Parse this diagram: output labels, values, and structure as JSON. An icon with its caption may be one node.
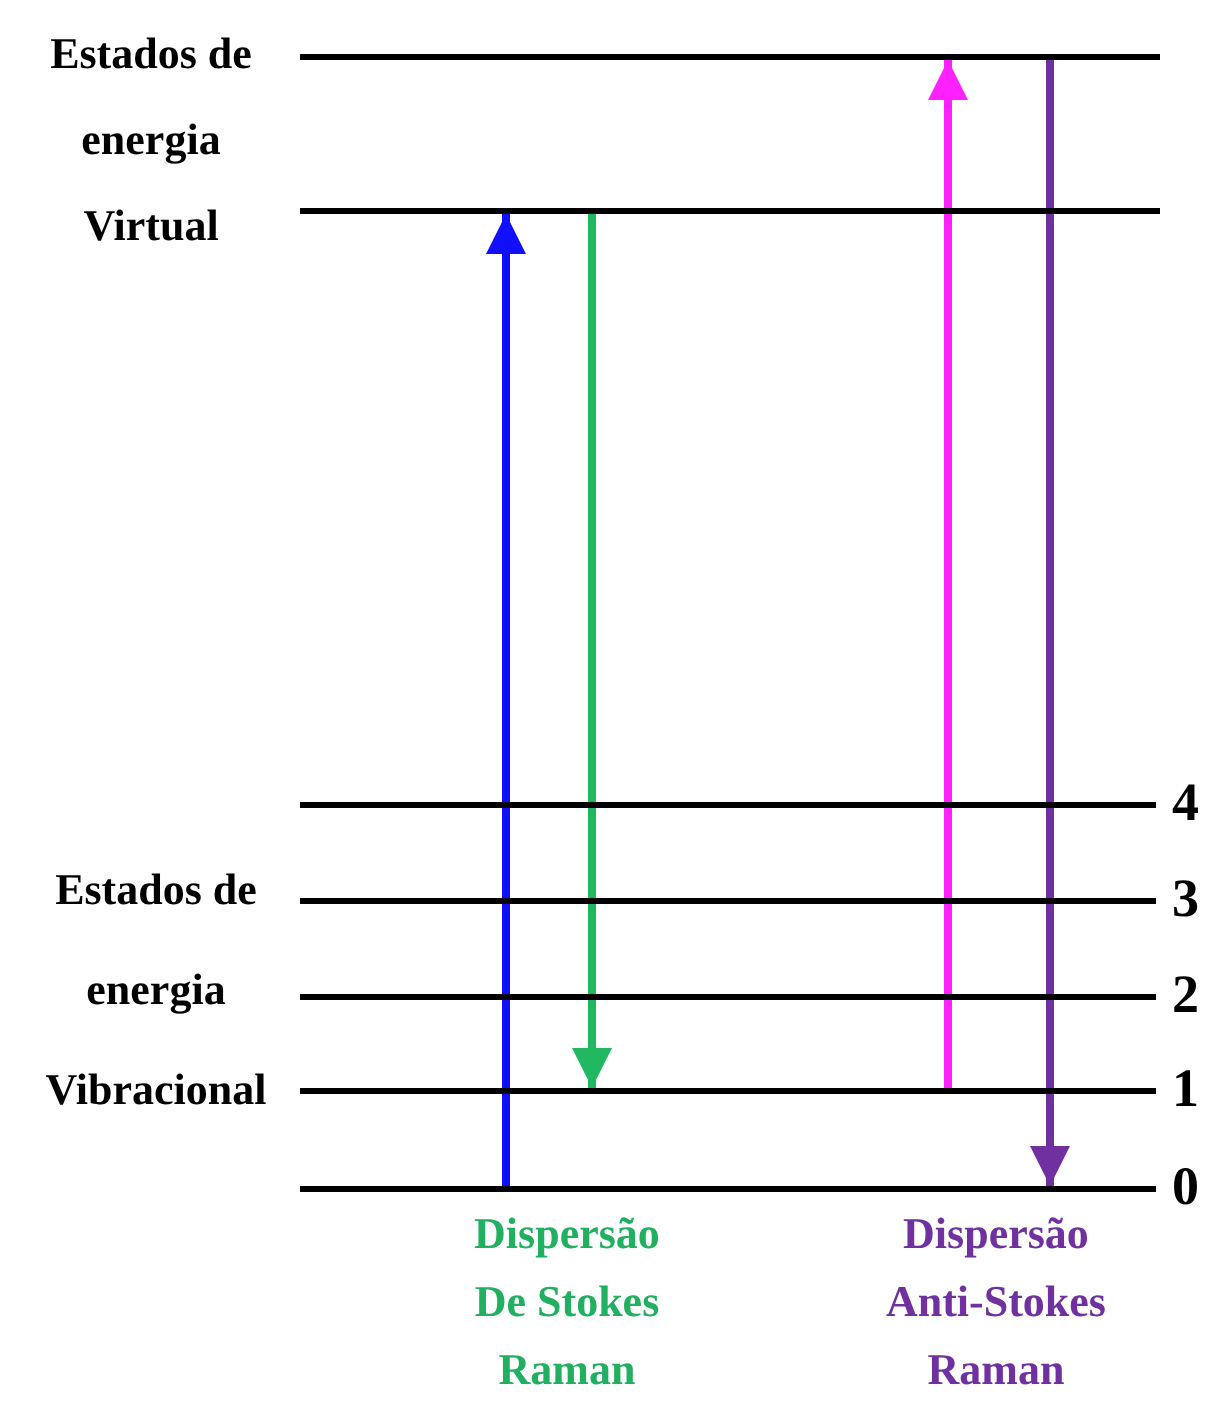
{
  "diagram": {
    "nodes": [
      {
        "text": [],
        "shape": "bar"
      },
      {
        "text": [],
        "shape": "bar"
      },
      {
        "text": [],
        "shape": "bar",
        "beside": [
          "4"
        ]
      },
      {
        "text": [],
        "shape": "bar",
        "beside": [
          "3"
        ]
      },
      {
        "text": [],
        "shape": "bar",
        "beside": [
          "2"
        ]
      },
      {
        "text": [],
        "shape": "bar",
        "beside": [
          "1"
        ]
      },
      {
        "text": [],
        "shape": "bar",
        "beside": [
          "0"
        ]
      }
    ],
    "edges": [
      {
        "from": 6,
        "to": 1,
        "arrow": "to",
        "color": "#1010ff"
      },
      {
        "from": 1,
        "to": 5,
        "arrow": "to",
        "color": "#20b860"
      },
      {
        "from": 5,
        "to": 0,
        "arrow": "to",
        "color": "#ff20ff"
      },
      {
        "from": 0,
        "to": 6,
        "arrow": "to",
        "color": "#7030a0"
      }
    ],
    "labels": [
      "Estados de energia Virtual",
      "Estados de energia Vibracional",
      "Dispersão De Stokes Raman",
      "Dispersão Anti-Stokes Raman"
    ]
  }
}
